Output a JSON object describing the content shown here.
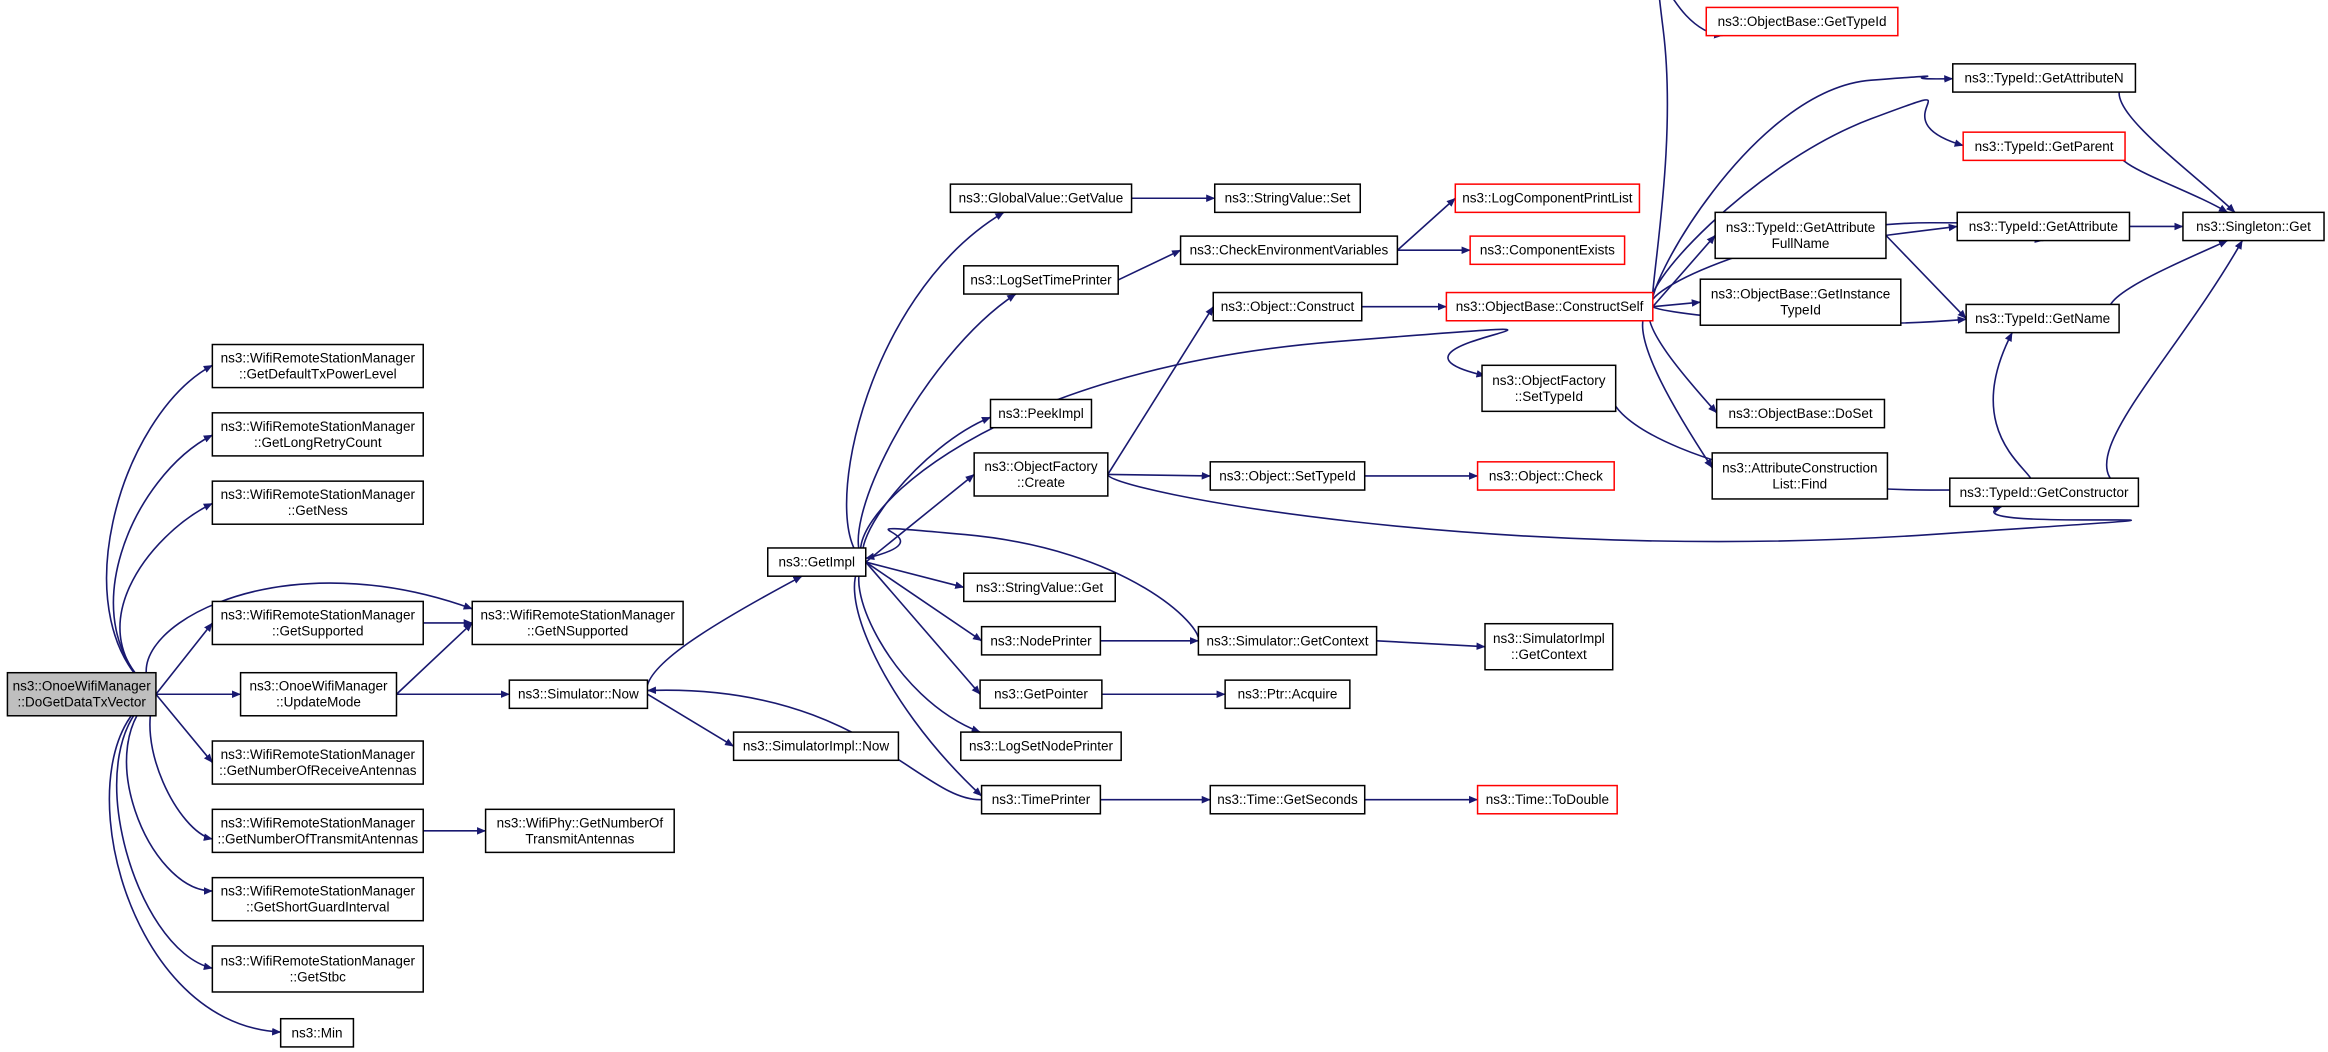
{
  "nodes": [
    {
      "id": "root",
      "lines": [
        "ns3::OnoeWifiManager",
        "::DoGetDataTxVector"
      ],
      "kind": "root"
    },
    {
      "id": "getDefaultTxPowerLevel",
      "lines": [
        "ns3::WifiRemoteStationManager",
        "::GetDefaultTxPowerLevel"
      ],
      "kind": "normal"
    },
    {
      "id": "getLongRetryCount",
      "lines": [
        "ns3::WifiRemoteStationManager",
        "::GetLongRetryCount"
      ],
      "kind": "normal"
    },
    {
      "id": "getNess",
      "lines": [
        "ns3::WifiRemoteStationManager",
        "::GetNess"
      ],
      "kind": "normal"
    },
    {
      "id": "getSupported",
      "lines": [
        "ns3::WifiRemoteStationManager",
        "::GetSupported"
      ],
      "kind": "normal"
    },
    {
      "id": "getNSupported",
      "lines": [
        "ns3::WifiRemoteStationManager",
        "::GetNSupported"
      ],
      "kind": "normal"
    },
    {
      "id": "updateMode",
      "lines": [
        "ns3::OnoeWifiManager",
        "::UpdateMode"
      ],
      "kind": "normal"
    },
    {
      "id": "getNumberOfReceiveAntennas",
      "lines": [
        "ns3::WifiRemoteStationManager",
        "::GetNumberOfReceiveAntennas"
      ],
      "kind": "normal"
    },
    {
      "id": "getNumberOfTransmitAntennas",
      "lines": [
        "ns3::WifiRemoteStationManager",
        "::GetNumberOfTransmitAntennas"
      ],
      "kind": "normal"
    },
    {
      "id": "wifiPhyGetNumberOfTransmitAntennas",
      "lines": [
        "ns3::WifiPhy::GetNumberOf",
        "TransmitAntennas"
      ],
      "kind": "normal"
    },
    {
      "id": "getShortGuardInterval",
      "lines": [
        "ns3::WifiRemoteStationManager",
        "::GetShortGuardInterval"
      ],
      "kind": "normal"
    },
    {
      "id": "getStbc",
      "lines": [
        "ns3::WifiRemoteStationManager",
        "::GetStbc"
      ],
      "kind": "normal"
    },
    {
      "id": "min",
      "lines": [
        "ns3::Min"
      ],
      "kind": "normal"
    },
    {
      "id": "simulatorNow",
      "lines": [
        "ns3::Simulator::Now"
      ],
      "kind": "normal"
    },
    {
      "id": "simulatorImplNow",
      "lines": [
        "ns3::SimulatorImpl::Now"
      ],
      "kind": "normal"
    },
    {
      "id": "getImpl",
      "lines": [
        "ns3::GetImpl"
      ],
      "kind": "normal"
    },
    {
      "id": "globalValueGetValue",
      "lines": [
        "ns3::GlobalValue::GetValue"
      ],
      "kind": "normal"
    },
    {
      "id": "stringValueSet",
      "lines": [
        "ns3::StringValue::Set"
      ],
      "kind": "normal"
    },
    {
      "id": "logSetTimePrinter",
      "lines": [
        "ns3::LogSetTimePrinter"
      ],
      "kind": "normal"
    },
    {
      "id": "checkEnvironmentVariables",
      "lines": [
        "ns3::CheckEnvironmentVariables"
      ],
      "kind": "normal"
    },
    {
      "id": "logComponentPrintList",
      "lines": [
        "ns3::LogComponentPrintList"
      ],
      "kind": "red"
    },
    {
      "id": "componentExists",
      "lines": [
        "ns3::ComponentExists"
      ],
      "kind": "red"
    },
    {
      "id": "peekImpl",
      "lines": [
        "ns3::PeekImpl"
      ],
      "kind": "normal"
    },
    {
      "id": "objectFactoryCreate",
      "lines": [
        "ns3::ObjectFactory",
        "::Create"
      ],
      "kind": "normal"
    },
    {
      "id": "objectConstruct",
      "lines": [
        "ns3::Object::Construct"
      ],
      "kind": "normal"
    },
    {
      "id": "objectSetTypeId",
      "lines": [
        "ns3::Object::SetTypeId"
      ],
      "kind": "normal"
    },
    {
      "id": "objectCheck",
      "lines": [
        "ns3::Object::Check"
      ],
      "kind": "red"
    },
    {
      "id": "objectFactorySetTypeId",
      "lines": [
        "ns3::ObjectFactory",
        "::SetTypeId"
      ],
      "kind": "normal"
    },
    {
      "id": "stringValueGet",
      "lines": [
        "ns3::StringValue::Get"
      ],
      "kind": "normal"
    },
    {
      "id": "nodePrinter",
      "lines": [
        "ns3::NodePrinter"
      ],
      "kind": "normal"
    },
    {
      "id": "simulatorGetContext",
      "lines": [
        "ns3::Simulator::GetContext"
      ],
      "kind": "normal"
    },
    {
      "id": "simulatorImplGetContext",
      "lines": [
        "ns3::SimulatorImpl",
        "::GetContext"
      ],
      "kind": "normal"
    },
    {
      "id": "getPointer",
      "lines": [
        "ns3::GetPointer"
      ],
      "kind": "normal"
    },
    {
      "id": "ptrAcquire",
      "lines": [
        "ns3::Ptr::Acquire"
      ],
      "kind": "normal"
    },
    {
      "id": "logSetNodePrinter",
      "lines": [
        "ns3::LogSetNodePrinter"
      ],
      "kind": "normal"
    },
    {
      "id": "timePrinter",
      "lines": [
        "ns3::TimePrinter"
      ],
      "kind": "normal"
    },
    {
      "id": "timeGetSeconds",
      "lines": [
        "ns3::Time::GetSeconds"
      ],
      "kind": "normal"
    },
    {
      "id": "timeToDouble",
      "lines": [
        "ns3::Time::ToDouble"
      ],
      "kind": "red"
    },
    {
      "id": "objectBaseConstructSelf",
      "lines": [
        "ns3::ObjectBase::ConstructSelf"
      ],
      "kind": "red"
    },
    {
      "id": "objectBaseGetTypeId",
      "lines": [
        "ns3::ObjectBase::GetTypeId"
      ],
      "kind": "red"
    },
    {
      "id": "typeIdGetAttributeFullName",
      "lines": [
        "ns3::TypeId::GetAttribute",
        "FullName"
      ],
      "kind": "normal"
    },
    {
      "id": "objectBaseGetInstanceTypeId",
      "lines": [
        "ns3::ObjectBase::GetInstance",
        "TypeId"
      ],
      "kind": "normal"
    },
    {
      "id": "objectBaseDoSet",
      "lines": [
        "ns3::ObjectBase::DoSet"
      ],
      "kind": "normal"
    },
    {
      "id": "attributeConstructionListFind",
      "lines": [
        "ns3::AttributeConstruction",
        "List::Find"
      ],
      "kind": "normal"
    },
    {
      "id": "typeIdGetAttributeN",
      "lines": [
        "ns3::TypeId::GetAttributeN"
      ],
      "kind": "normal"
    },
    {
      "id": "typeIdGetParent",
      "lines": [
        "ns3::TypeId::GetParent"
      ],
      "kind": "red"
    },
    {
      "id": "typeIdGetAttribute",
      "lines": [
        "ns3::TypeId::GetAttribute"
      ],
      "kind": "normal"
    },
    {
      "id": "typeIdGetName",
      "lines": [
        "ns3::TypeId::GetName"
      ],
      "kind": "normal"
    },
    {
      "id": "typeIdGetConstructor",
      "lines": [
        "ns3::TypeId::GetConstructor"
      ],
      "kind": "normal"
    },
    {
      "id": "singletonGet",
      "lines": [
        "ns3::Singleton::Get"
      ],
      "kind": "normal"
    }
  ],
  "edges": [
    [
      "root",
      "getDefaultTxPowerLevel"
    ],
    [
      "root",
      "getLongRetryCount"
    ],
    [
      "root",
      "getNess"
    ],
    [
      "root",
      "getNSupported"
    ],
    [
      "root",
      "getSupported"
    ],
    [
      "root",
      "updateMode"
    ],
    [
      "root",
      "getNumberOfReceiveAntennas"
    ],
    [
      "root",
      "getNumberOfTransmitAntennas"
    ],
    [
      "root",
      "getShortGuardInterval"
    ],
    [
      "root",
      "getStbc"
    ],
    [
      "root",
      "min"
    ],
    [
      "getSupported",
      "getNSupported"
    ],
    [
      "updateMode",
      "getNSupported"
    ],
    [
      "updateMode",
      "simulatorNow"
    ],
    [
      "getNumberOfTransmitAntennas",
      "wifiPhyGetNumberOfTransmitAntennas"
    ],
    [
      "simulatorNow",
      "getImpl"
    ],
    [
      "simulatorNow",
      "simulatorImplNow"
    ],
    [
      "getImpl",
      "globalValueGetValue"
    ],
    [
      "getImpl",
      "logSetTimePrinter"
    ],
    [
      "getImpl",
      "peekImpl"
    ],
    [
      "getImpl",
      "objectFactoryCreate"
    ],
    [
      "getImpl",
      "objectFactorySetTypeId"
    ],
    [
      "getImpl",
      "stringValueGet"
    ],
    [
      "getImpl",
      "nodePrinter"
    ],
    [
      "getImpl",
      "getPointer"
    ],
    [
      "getImpl",
      "logSetNodePrinter"
    ],
    [
      "getImpl",
      "timePrinter"
    ],
    [
      "globalValueGetValue",
      "stringValueSet"
    ],
    [
      "logSetTimePrinter",
      "checkEnvironmentVariables"
    ],
    [
      "checkEnvironmentVariables",
      "logComponentPrintList"
    ],
    [
      "checkEnvironmentVariables",
      "componentExists"
    ],
    [
      "objectFactoryCreate",
      "objectConstruct"
    ],
    [
      "objectFactoryCreate",
      "objectSetTypeId"
    ],
    [
      "objectFactoryCreate",
      "typeIdGetConstructor"
    ],
    [
      "objectSetTypeId",
      "objectCheck"
    ],
    [
      "objectConstruct",
      "objectBaseConstructSelf"
    ],
    [
      "objectFactorySetTypeId",
      "typeIdGetName"
    ],
    [
      "nodePrinter",
      "simulatorGetContext"
    ],
    [
      "simulatorGetContext",
      "getImpl"
    ],
    [
      "simulatorGetContext",
      "simulatorImplGetContext"
    ],
    [
      "getPointer",
      "ptrAcquire"
    ],
    [
      "timePrinter",
      "simulatorNow"
    ],
    [
      "timePrinter",
      "timeGetSeconds"
    ],
    [
      "timeGetSeconds",
      "timeToDouble"
    ],
    [
      "objectBaseConstructSelf",
      "objectBaseGetTypeId"
    ],
    [
      "objectBaseConstructSelf",
      "typeIdGetAttributeN"
    ],
    [
      "objectBaseConstructSelf",
      "typeIdGetParent"
    ],
    [
      "objectBaseConstructSelf",
      "typeIdGetAttribute"
    ],
    [
      "objectBaseConstructSelf",
      "typeIdGetAttributeFullName"
    ],
    [
      "objectBaseConstructSelf",
      "objectBaseGetInstanceTypeId"
    ],
    [
      "objectBaseConstructSelf",
      "typeIdGetName"
    ],
    [
      "objectBaseConstructSelf",
      "objectBaseDoSet"
    ],
    [
      "objectBaseConstructSelf",
      "attributeConstructionListFind"
    ],
    [
      "typeIdGetAttributeFullName",
      "typeIdGetAttribute"
    ],
    [
      "typeIdGetAttributeFullName",
      "typeIdGetName"
    ],
    [
      "typeIdGetAttributeN",
      "singletonGet"
    ],
    [
      "typeIdGetParent",
      "singletonGet"
    ],
    [
      "typeIdGetAttribute",
      "singletonGet"
    ],
    [
      "typeIdGetName",
      "singletonGet"
    ],
    [
      "typeIdGetConstructor",
      "singletonGet"
    ]
  ],
  "colors": {
    "edge": "#191970",
    "box_border": "#000000",
    "box_border_external": "#ff0000",
    "root_fill": "#bfbfbf",
    "box_fill": "#ffffff"
  }
}
